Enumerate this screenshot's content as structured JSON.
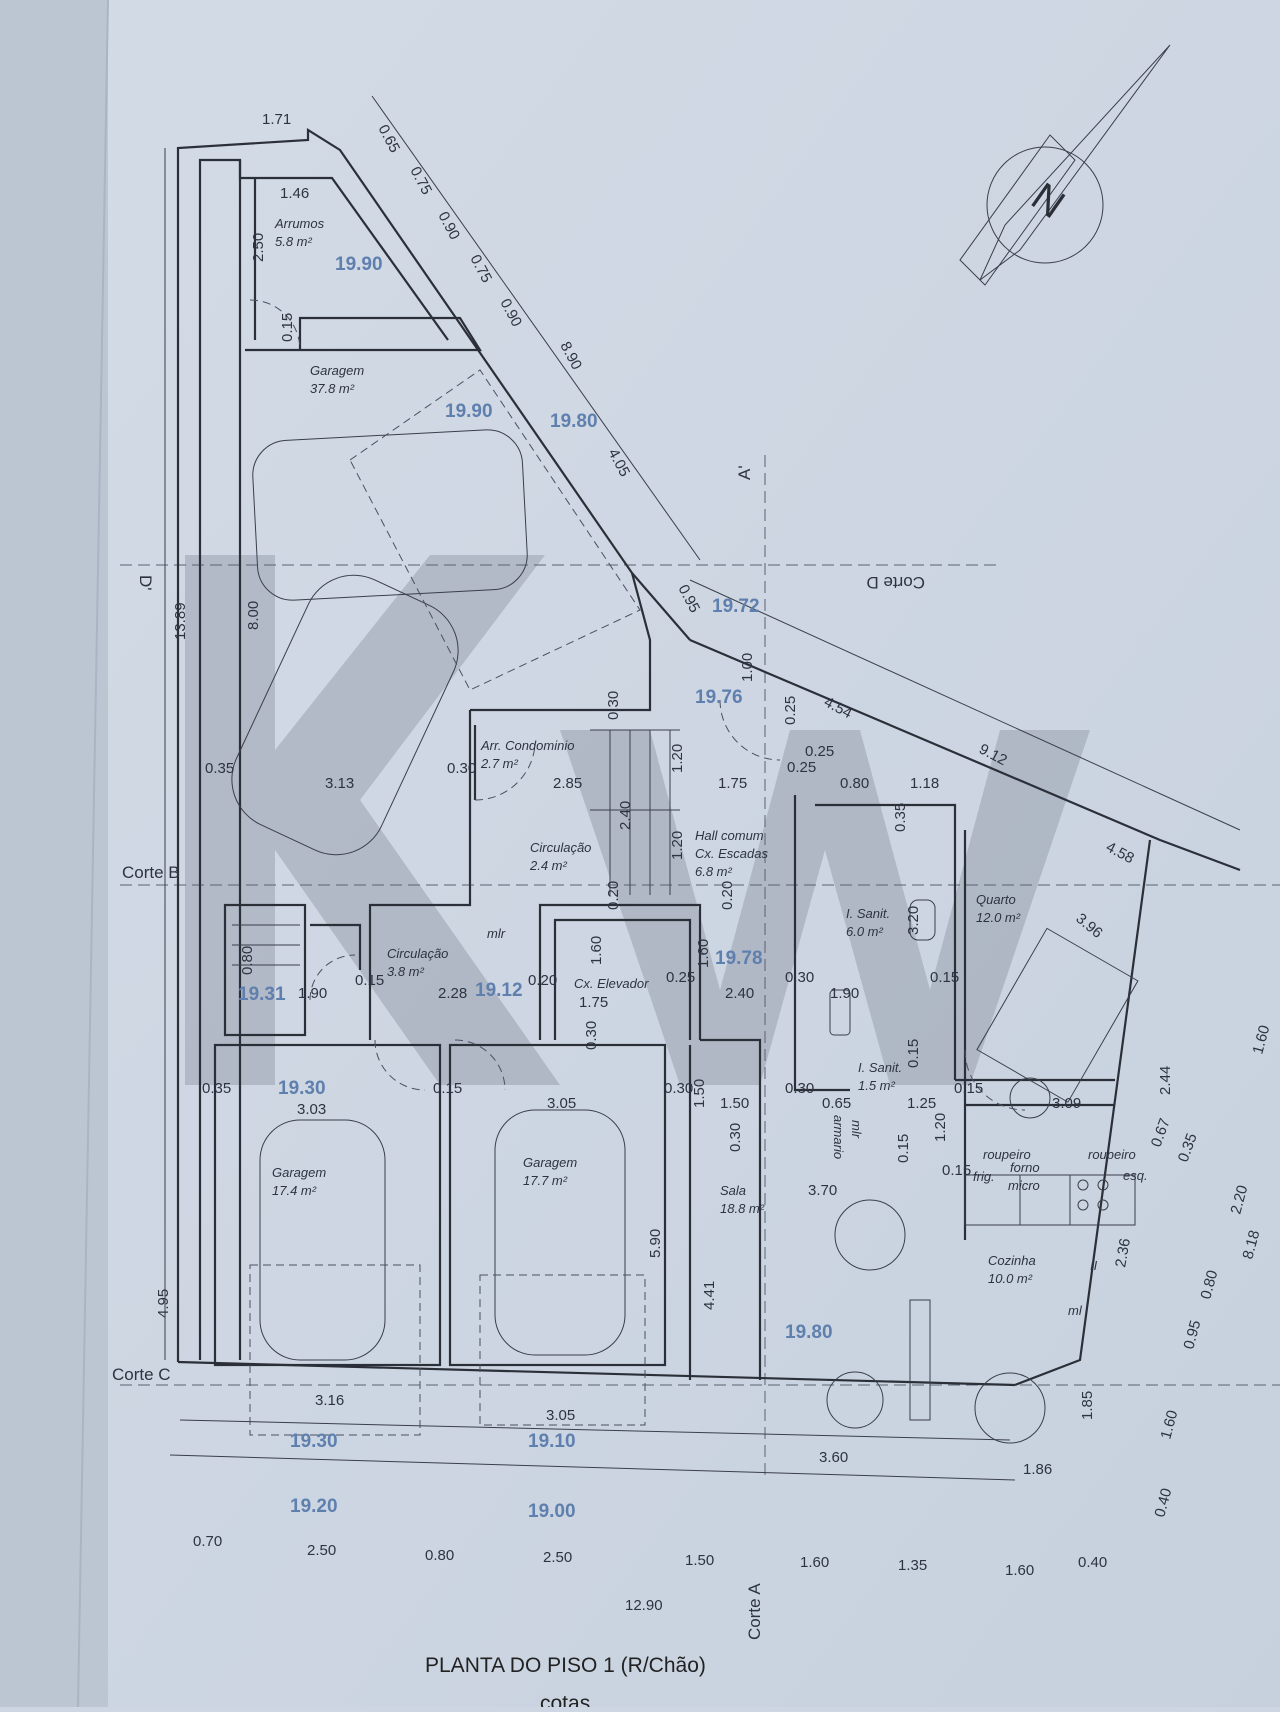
{
  "drawing": {
    "title": "PLANTA DO PISO 1 (R/Chão)",
    "subtitle": "cotas",
    "watermark": "KW",
    "north_arrow_letter": "N"
  },
  "sections": [
    "Corte B",
    "Corte C",
    "Corte A",
    "Corte D",
    "D'",
    "A'"
  ],
  "rooms": [
    {
      "name": "Arrumos",
      "area": "5.8 m²"
    },
    {
      "name": "Garagem",
      "area": "37.8 m²"
    },
    {
      "name": "Arr. Condominio",
      "area": "2.7 m²"
    },
    {
      "name": "Circulação",
      "area": "2.4 m²"
    },
    {
      "name": "Hall comum",
      "area": "Cx. Escadas",
      "extra": "6.8 m²"
    },
    {
      "name": "Circulação",
      "area": "3.8 m²"
    },
    {
      "name": "I. Sanit.",
      "area": "6.0 m²"
    },
    {
      "name": "Quarto",
      "area": "12.0 m²"
    },
    {
      "name": "I. Sanit.",
      "area": "1.5 m²"
    },
    {
      "name": "Garagem",
      "area": "17.4 m²"
    },
    {
      "name": "Garagem",
      "area": "17.7 m²"
    },
    {
      "name": "Sala",
      "area": "18.8 m²"
    },
    {
      "name": "Cozinha",
      "area": "10.0 m²"
    }
  ],
  "fixtures": [
    "mlr",
    "Cx. Elevador",
    "roupeiro",
    "roupeiro",
    "frig.",
    "forno",
    "micro",
    "esq.",
    "armario",
    "mlr",
    "ml",
    "II"
  ],
  "levels": [
    "19.90",
    "19.90",
    "19.80",
    "19.72",
    "19.76",
    "19.12",
    "19.78",
    "19.31",
    "19.30",
    "19.30",
    "19.10",
    "19.20",
    "19.00",
    "19.80"
  ],
  "dimensions": [
    "1.71",
    "1.46",
    "2.50",
    "0.15",
    "0.65",
    "0.75",
    "0.90",
    "0.75",
    "0.90",
    "8.90",
    "4.05",
    "13.89",
    "8.00",
    "0.35",
    "3.13",
    "0.30",
    "2.85",
    "0.30",
    "1.20",
    "1.75",
    "2.40",
    "1.20",
    "0.20",
    "0.20",
    "1.00",
    "0.25",
    "0.25",
    "0.25",
    "0.80",
    "1.18",
    "0.35",
    "4.54",
    "9.12",
    "4.58",
    "0.95",
    "3.20",
    "3.96",
    "0.80",
    "1.90",
    "0.15",
    "2.28",
    "0.20",
    "1.60",
    "1.75",
    "0.25",
    "1.60",
    "2.40",
    "0.30",
    "1.90",
    "0.15",
    "0.30",
    "0.35",
    "3.03",
    "0.15",
    "3.05",
    "0.30",
    "1.50",
    "1.50",
    "0.30",
    "0.65",
    "0.15",
    "1.25",
    "0.15",
    "3.09",
    "1.20",
    "0.15",
    "0.30",
    "0.15",
    "0.67",
    "0.35",
    "3.70",
    "5.90",
    "4.41",
    "2.44",
    "2.20",
    "8.18",
    "1.60",
    "2.36",
    "0.80",
    "0.95",
    "1.60",
    "1.85",
    "1.86",
    "0.40",
    "3.16",
    "3.05",
    "3.60",
    "4.95",
    "0.70",
    "2.50",
    "0.80",
    "2.50",
    "1.50",
    "1.60",
    "1.35",
    "1.60",
    "0.40",
    "12.90"
  ],
  "colors": {
    "paper": "#cdd6e2",
    "ink": "#2b2f38",
    "level_blue": "#5f7fae",
    "watermark": "#8d95a3"
  }
}
